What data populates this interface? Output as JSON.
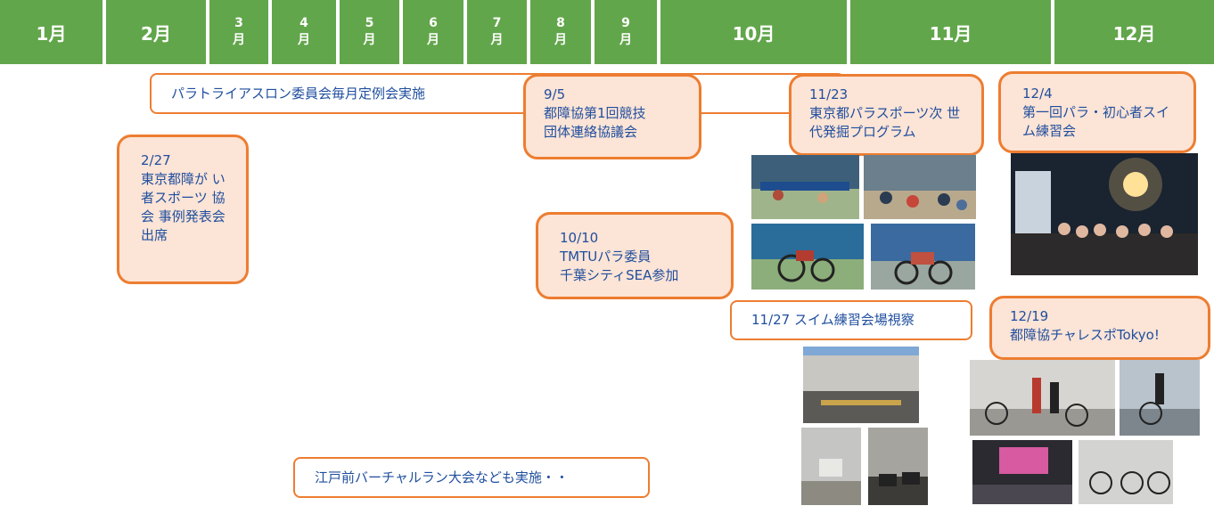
{
  "months": [
    {
      "label": "1月"
    },
    {
      "label": "2月"
    },
    {
      "label": "3\n月"
    },
    {
      "label": "4\n月"
    },
    {
      "label": "5\n月"
    },
    {
      "label": "6\n月"
    },
    {
      "label": "7\n月"
    },
    {
      "label": "8\n月"
    },
    {
      "label": "9\n月"
    },
    {
      "label": "10月"
    },
    {
      "label": "11月"
    },
    {
      "label": "12月"
    }
  ],
  "events": {
    "triathlon": "パラトライアスロン委員会毎月定例会実施",
    "feb27": {
      "date": "2/27",
      "text": "東京都障が い者スポーツ 協会 事例発表会 出席"
    },
    "sep5": {
      "date": "9/5",
      "text": "都障協第1回競技 団体連絡協議会"
    },
    "oct10": {
      "date": "10/10",
      "line1": "TMTUパラ委員",
      "line2": "千葉シティSEA参加"
    },
    "nov23": {
      "date": "11/23",
      "text": "東京都パラスポーツ次 世代発掘プログラム"
    },
    "dec4": {
      "date": "12/4",
      "text": "第一回パラ・初心者スイ ム練習会"
    },
    "nov27": "11/27 スイム練習会場視察",
    "dec19": {
      "date": "12/19",
      "text": "都障協チャレスポTokyo!"
    },
    "edomae": "江戸前バーチャルラン大会なども実施・・"
  }
}
